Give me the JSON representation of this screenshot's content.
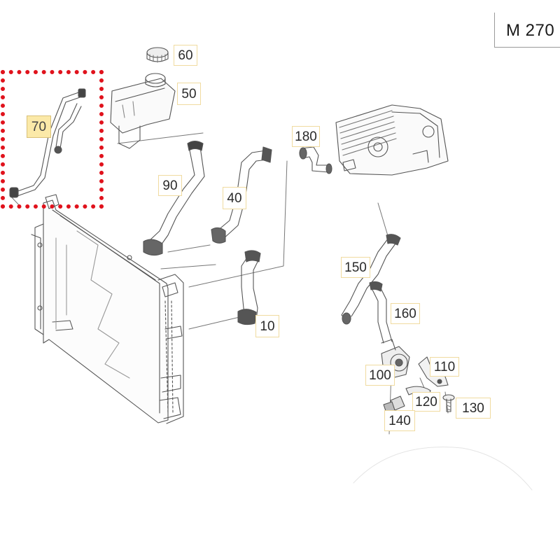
{
  "engine_code": "M 270",
  "highlight_color": "#fbe9a8",
  "selection_color": "#e0121c",
  "selected_part": "70",
  "callouts": {
    "c10": "10",
    "c40": "40",
    "c50": "50",
    "c60": "60",
    "c70": "70",
    "c90": "90",
    "c100": "100",
    "c110": "110",
    "c120": "120",
    "c130": "130",
    "c140": "140",
    "c150": "150",
    "c160": "160",
    "c180": "180"
  }
}
